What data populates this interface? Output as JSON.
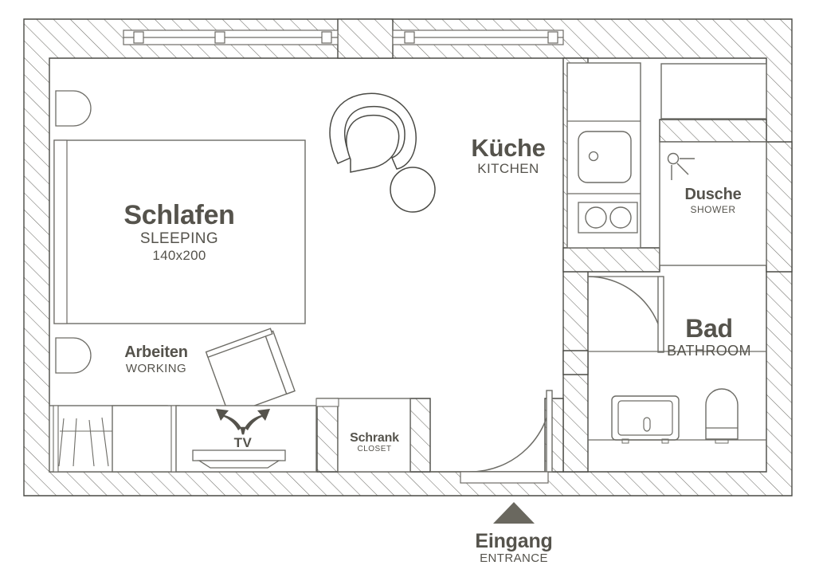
{
  "plan": {
    "title": "Apartment floor plan",
    "colors": {
      "text": "#55534C",
      "wall_line": "#4a4a45",
      "furniture_line": "#6d6c66",
      "hatch": "#6f6e68",
      "background": "#ffffff"
    }
  },
  "rooms": [
    {
      "id": "sleeping",
      "de": "Schlafen",
      "en": "SLEEPING",
      "dim": "140x200"
    },
    {
      "id": "kitchen",
      "de": "Küche",
      "en": "KITCHEN",
      "dim": ""
    },
    {
      "id": "bathroom",
      "de": "Bad",
      "en": "BATHROOM",
      "dim": ""
    },
    {
      "id": "shower",
      "de": "Dusche",
      "en": "SHOWER",
      "dim": ""
    }
  ],
  "zones": [
    {
      "id": "working",
      "de": "Arbeiten",
      "en": "WORKING"
    },
    {
      "id": "closet",
      "de": "Schrank",
      "en": "CLOSET"
    },
    {
      "id": "tv",
      "de": "TV",
      "en": ""
    }
  ],
  "entrance": {
    "de": "Eingang",
    "en": "ENTRANCE",
    "marker": "triangle-up-icon"
  },
  "fixtures": [
    {
      "id": "bed",
      "name": "bed-double",
      "size": "140x200"
    },
    {
      "id": "nightstand-top",
      "name": "nightstand"
    },
    {
      "id": "nightstand-bottom",
      "name": "nightstand"
    },
    {
      "id": "armchair",
      "name": "armchair"
    },
    {
      "id": "side-table",
      "name": "round-side-table"
    },
    {
      "id": "desk-chair",
      "name": "desk-chair"
    },
    {
      "id": "wardrobe",
      "name": "wardrobe-with-hanging-rail"
    },
    {
      "id": "sideboard",
      "name": "cabinet"
    },
    {
      "id": "tv-console",
      "name": "tv-console"
    },
    {
      "id": "kitchen-sink",
      "name": "kitchen-sink"
    },
    {
      "id": "cooktop",
      "name": "cooktop-two-burner"
    },
    {
      "id": "kitchen-counter",
      "name": "kitchen-counter"
    },
    {
      "id": "wall-cabinet",
      "name": "wall-cabinet"
    },
    {
      "id": "showerhead",
      "name": "showerhead"
    },
    {
      "id": "washbasin",
      "name": "washbasin"
    },
    {
      "id": "toilet",
      "name": "toilet"
    }
  ],
  "openings": [
    {
      "id": "window-left",
      "name": "window-band"
    },
    {
      "id": "window-right",
      "name": "window-band"
    },
    {
      "id": "door-entrance",
      "name": "swing-door"
    },
    {
      "id": "door-bathroom",
      "name": "swing-door"
    }
  ]
}
